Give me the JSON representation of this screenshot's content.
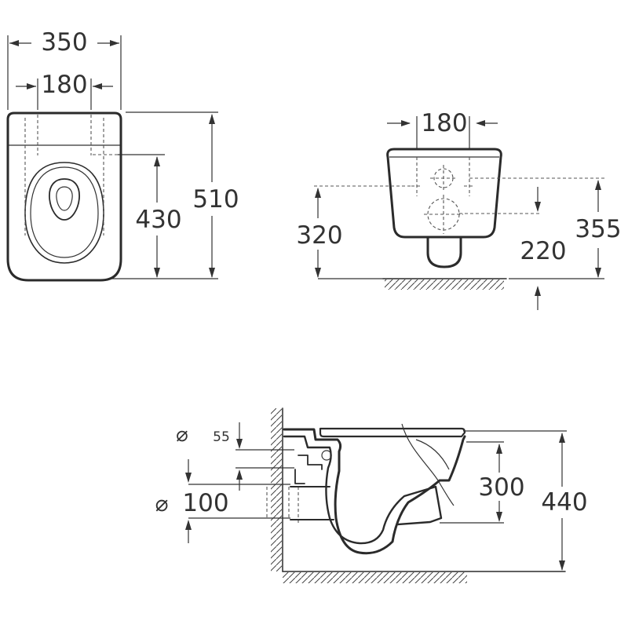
{
  "top_view": {
    "overall_width": "350",
    "outlet_spacing": "180",
    "seat_depth": "430",
    "overall_length": "510"
  },
  "front_view": {
    "outlet_spacing": "180",
    "inlet_height": "320",
    "drain_height": "220",
    "overall_height": "355"
  },
  "side_view": {
    "inlet_diameter_symbol": "⌀",
    "inlet_diameter": "55",
    "outlet_diameter_symbol": "⌀",
    "outlet_diameter": "100",
    "outlet_height": "300",
    "overall_height": "440"
  }
}
